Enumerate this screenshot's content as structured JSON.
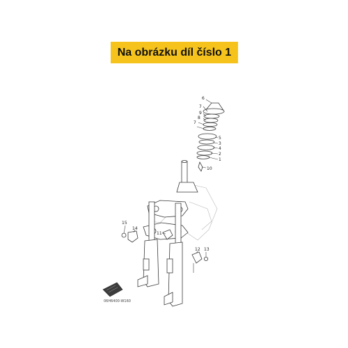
{
  "banner": {
    "text": "Na obrázku díl číslo 1",
    "color": "#f6c31c"
  },
  "diagram": {
    "code": "06H6400-W160",
    "callouts": [
      "6",
      "7",
      "9",
      "8",
      "7",
      "5",
      "3",
      "4",
      "2",
      "1",
      "10",
      "15",
      "14",
      "11",
      "12",
      "13"
    ]
  }
}
